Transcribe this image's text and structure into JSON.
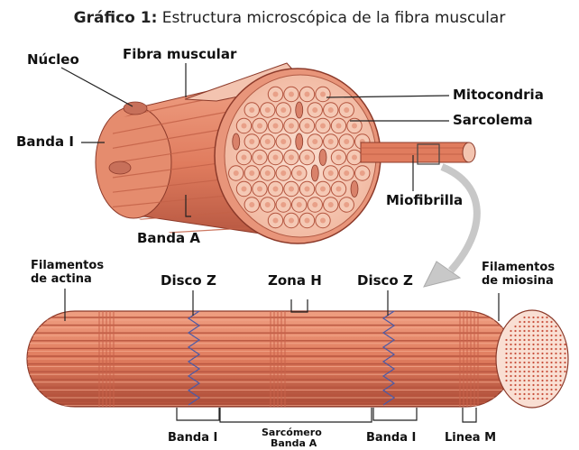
{
  "title": {
    "prefix": "Gráfico 1:",
    "text": "Estructura microscópica de la fibra muscular"
  },
  "labels": {
    "nucleo": "Núcleo",
    "fibra_muscular": "Fibra muscular",
    "mitocondria": "Mitocondria",
    "sarcolema": "Sarcolema",
    "banda_i_top": "Banda I",
    "miofibrilla": "Miofibrilla",
    "banda_a_top": "Banda A",
    "filamentos_actina": [
      "Filamentos",
      "de actina"
    ],
    "disco_z_left": "Disco Z",
    "zona_h": "Zona H",
    "disco_z_right": "Disco Z",
    "filamentos_miosina": [
      "Filamentos",
      "de miosina"
    ],
    "banda_i_bottom_left": "Banda I",
    "sarcomero": "Sarcómero",
    "banda_a_bottom": "Banda A",
    "banda_i_bottom_right": "Banda I",
    "linea_m": "Linea M"
  },
  "colors": {
    "muscle": "#e08466",
    "muscle_dark": "#b04a36",
    "muscle_light": "#f2b49a",
    "cross_section": "#f4c4b0",
    "myofibril_dot": "#d96b55",
    "z_disc_line": "#4a5aa8",
    "arrow": "#c8c8c8"
  }
}
